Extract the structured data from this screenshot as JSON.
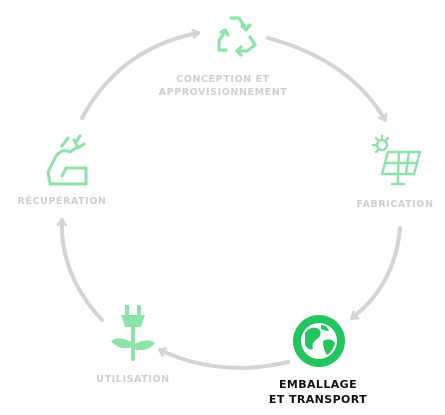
{
  "colors": {
    "arrow": "#d4d4d4",
    "icon_inactive": "#8ee3a9",
    "icon_active": "#22c55e",
    "label_inactive": "#cfcfcf",
    "label_active": "#111111"
  },
  "stages": [
    {
      "label": "CONCEPTION ET\nAPPROVISIONNEMENT",
      "icon": "recycle-icon",
      "active": false
    },
    {
      "label": "FABRICATION",
      "icon": "solar-panel-icon",
      "active": false
    },
    {
      "label": "EMBALLAGE\nET TRANSPORT",
      "icon": "globe-icon",
      "active": true
    },
    {
      "label": "UTILISATION",
      "icon": "plug-plant-icon",
      "active": false
    },
    {
      "label": "RÉCUPÉRATION",
      "icon": "hand-recover-icon",
      "active": false
    }
  ]
}
